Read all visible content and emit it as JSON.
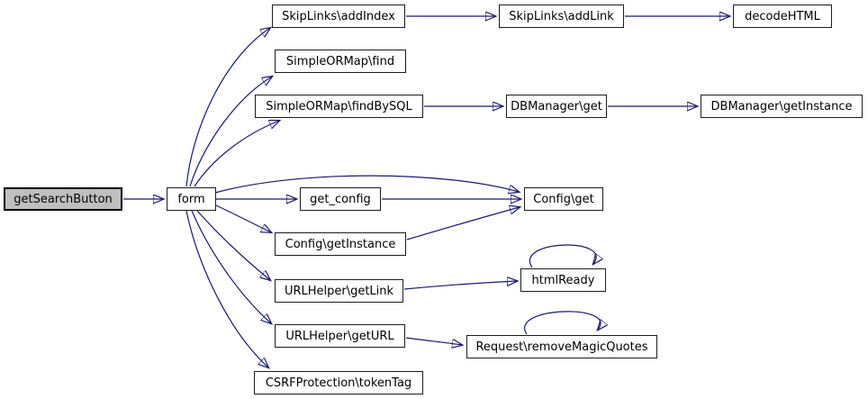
{
  "diagram": {
    "type": "call-graph",
    "colors": {
      "edge": "#191970",
      "node_border": "#1c1c1c",
      "node_fill": "#ffffff",
      "highlight_node_fill": "#bfbfbf",
      "text": "#000000",
      "background": "#ffffff"
    },
    "nodes": [
      {
        "label": "getSearchButton",
        "highlighted": true
      },
      {
        "label": "form",
        "highlighted": false
      },
      {
        "label": "SkipLinks\\addIndex",
        "highlighted": false
      },
      {
        "label": "SkipLinks\\addLink",
        "highlighted": false
      },
      {
        "label": "decodeHTML",
        "highlighted": false
      },
      {
        "label": "SimpleORMap\\find",
        "highlighted": false
      },
      {
        "label": "SimpleORMap\\findBySQL",
        "highlighted": false
      },
      {
        "label": "DBManager\\get",
        "highlighted": false
      },
      {
        "label": "DBManager\\getInstance",
        "highlighted": false
      },
      {
        "label": "get_config",
        "highlighted": false
      },
      {
        "label": "Config\\get",
        "highlighted": false
      },
      {
        "label": "Config\\getInstance",
        "highlighted": false
      },
      {
        "label": "URLHelper\\getLink",
        "highlighted": false
      },
      {
        "label": "htmlReady",
        "highlighted": false
      },
      {
        "label": "URLHelper\\getURL",
        "highlighted": false
      },
      {
        "label": "Request\\removeMagicQuotes",
        "highlighted": false
      },
      {
        "label": "CSRFProtection\\tokenTag",
        "highlighted": false
      }
    ],
    "edges": [
      {
        "from": "getSearchButton",
        "to": "form"
      },
      {
        "from": "form",
        "to": "SkipLinks\\addIndex"
      },
      {
        "from": "form",
        "to": "SimpleORMap\\find"
      },
      {
        "from": "form",
        "to": "SimpleORMap\\findBySQL"
      },
      {
        "from": "form",
        "to": "Config\\get"
      },
      {
        "from": "form",
        "to": "get_config"
      },
      {
        "from": "form",
        "to": "Config\\getInstance"
      },
      {
        "from": "form",
        "to": "URLHelper\\getLink"
      },
      {
        "from": "form",
        "to": "URLHelper\\getURL"
      },
      {
        "from": "form",
        "to": "CSRFProtection\\tokenTag"
      },
      {
        "from": "SkipLinks\\addIndex",
        "to": "SkipLinks\\addLink"
      },
      {
        "from": "SkipLinks\\addLink",
        "to": "decodeHTML"
      },
      {
        "from": "SimpleORMap\\findBySQL",
        "to": "DBManager\\get"
      },
      {
        "from": "DBManager\\get",
        "to": "DBManager\\getInstance"
      },
      {
        "from": "get_config",
        "to": "Config\\get"
      },
      {
        "from": "Config\\getInstance",
        "to": "Config\\get"
      },
      {
        "from": "URLHelper\\getLink",
        "to": "htmlReady"
      },
      {
        "from": "htmlReady",
        "to": "htmlReady"
      },
      {
        "from": "URLHelper\\getURL",
        "to": "Request\\removeMagicQuotes"
      },
      {
        "from": "Request\\removeMagicQuotes",
        "to": "Request\\removeMagicQuotes"
      }
    ]
  }
}
